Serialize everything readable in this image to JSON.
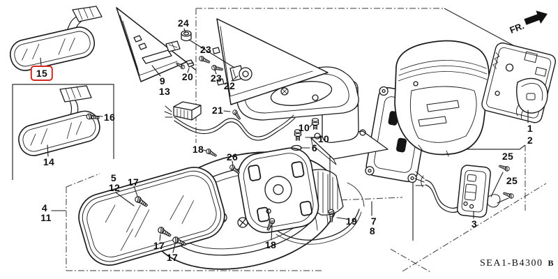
{
  "diagram": {
    "code": "SEA1-B4300",
    "revision": "B",
    "direction_label": "FR.",
    "type": "exploded-parts-diagram",
    "subject": "mirror assembly"
  },
  "colors": {
    "line": "#1b1b1b",
    "highlight": "#d2271f",
    "background": "#ffffff"
  },
  "part_labels": [
    {
      "text": "15",
      "highlighted": true
    },
    {
      "text": "14"
    },
    {
      "text": "16"
    },
    {
      "text": "9"
    },
    {
      "text": "13"
    },
    {
      "text": "24"
    },
    {
      "text": "23"
    },
    {
      "text": "20"
    },
    {
      "text": "23"
    },
    {
      "text": "22"
    },
    {
      "text": "21"
    },
    {
      "text": "10"
    },
    {
      "text": "10"
    },
    {
      "text": "6"
    },
    {
      "text": "26"
    },
    {
      "text": "18"
    },
    {
      "text": "17"
    },
    {
      "text": "5"
    },
    {
      "text": "12"
    },
    {
      "text": "4"
    },
    {
      "text": "11"
    },
    {
      "text": "17"
    },
    {
      "text": "17"
    },
    {
      "text": "18"
    },
    {
      "text": "19"
    },
    {
      "text": "7"
    },
    {
      "text": "8"
    },
    {
      "text": "1"
    },
    {
      "text": "2"
    },
    {
      "text": "25"
    },
    {
      "text": "25"
    },
    {
      "text": "3"
    }
  ]
}
